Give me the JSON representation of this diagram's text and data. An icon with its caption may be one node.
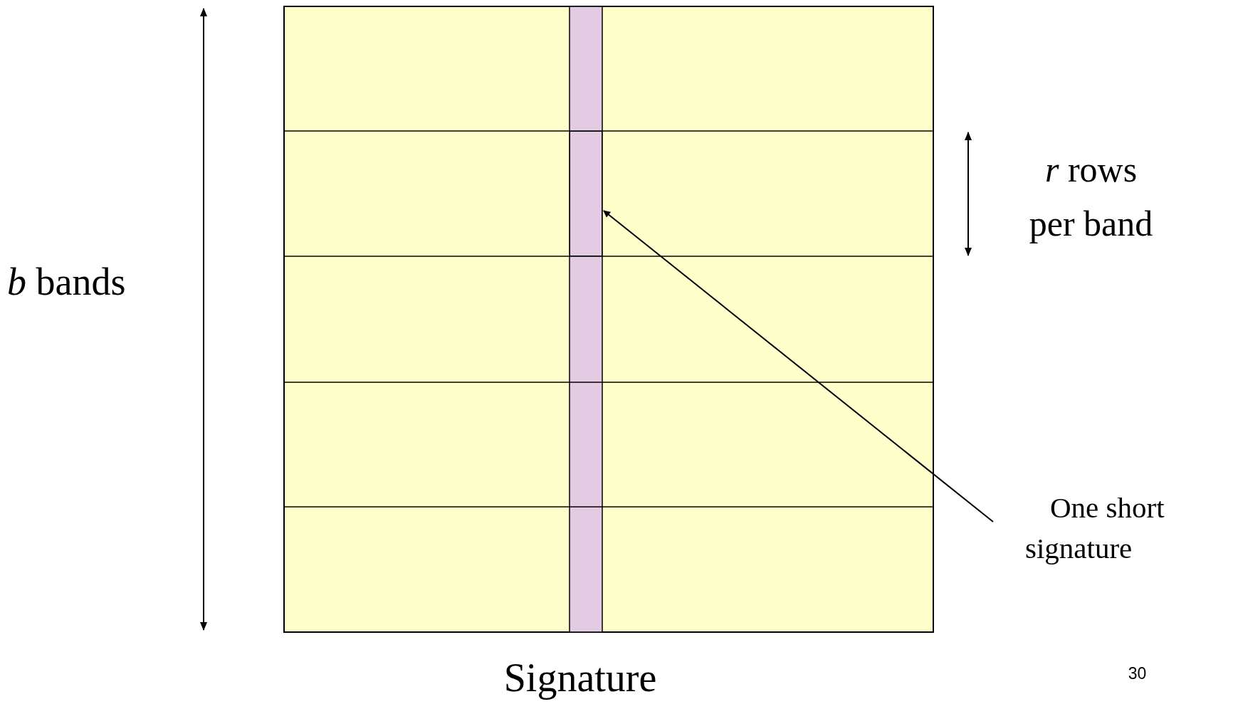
{
  "diagram": {
    "nodes": [
      {
        "text": [
          "One short signature"
        ]
      },
      {
        "text": [],
        "shape": "bar"
      }
    ],
    "edges": [
      {
        "from": 0,
        "to": 1,
        "arrow": "to"
      }
    ],
    "labels": [
      "*b* bands",
      "*r* rows per band",
      "Signature",
      "30"
    ]
  }
}
